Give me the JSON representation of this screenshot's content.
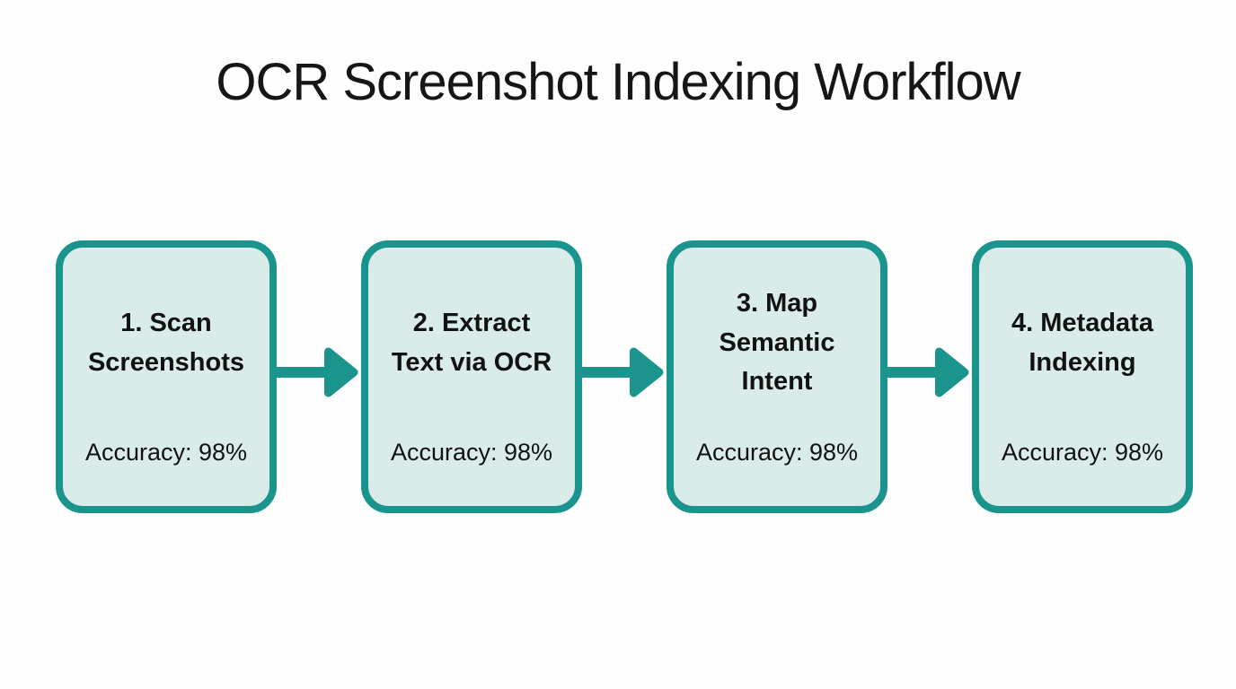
{
  "title": "OCR Screenshot Indexing Workflow",
  "diagram": {
    "type": "flowchart",
    "direction": "left-to-right",
    "connector": "arrow-right",
    "steps": [
      {
        "label": "1. Scan\nScreenshots",
        "accuracy": "Accuracy: 98%"
      },
      {
        "label": "2. Extract\nText via OCR",
        "accuracy": "Accuracy: 98%"
      },
      {
        "label": "3. Map\nSemantic\nIntent",
        "accuracy": "Accuracy: 98%"
      },
      {
        "label": "4. Metadata\nIndexing",
        "accuracy": "Accuracy: 98%"
      }
    ]
  },
  "colors": {
    "background": "#fefefe",
    "box_border": "#1a948c",
    "box_fill": "#d9ece9",
    "arrow": "#1a948c",
    "text": "#121212"
  }
}
